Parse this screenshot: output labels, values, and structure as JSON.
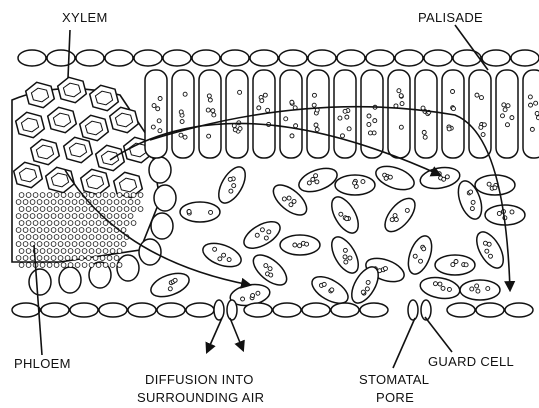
{
  "labels": {
    "xylem": "XYLEM",
    "palisade": "PALISADE",
    "phloem": "PHLOEM",
    "guard_cell": "GUARD CELL",
    "diffusion_line1": "DIFFUSION INTO",
    "diffusion_line2": "SURROUNDING AIR",
    "stomatal_line1": "STOMATAL",
    "stomatal_line2": "PORE"
  },
  "colors": {
    "ink": "#111111",
    "paper": "#ffffff"
  }
}
